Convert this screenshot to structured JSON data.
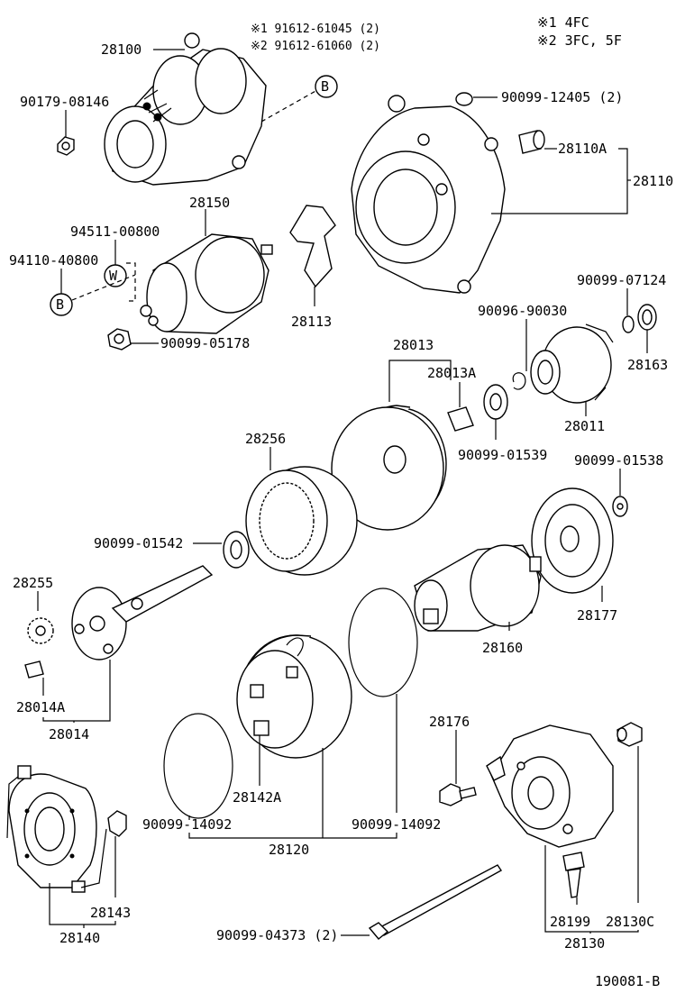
{
  "notes": {
    "n1": "※1 4FC",
    "n2": "※2 3FC, 5F"
  },
  "bolts": {
    "b1": "※1  91612-61045 (2)",
    "b2": "※2  91612-61060 (2)"
  },
  "refs": {
    "b": "B",
    "w": "W"
  },
  "labels": {
    "p28100": "28100",
    "p90179": "90179-08146",
    "p90099_12405": "90099-12405 (2)",
    "p28110A": "28110A",
    "p28110": "28110",
    "p28150": "28150",
    "p94511": "94511-00800",
    "p94110": "94110-40800",
    "p90099_05178": "90099-05178",
    "p28113": "28113",
    "p90099_07124": "90099-07124",
    "p90096": "90096-90030",
    "p28163": "28163",
    "p28013": "28013",
    "p28013A": "28013A",
    "p28011": "28011",
    "p90099_01539": "90099-01539",
    "p28256": "28256",
    "p90099_01538": "90099-01538",
    "p90099_01542": "90099-01542",
    "p28255": "28255",
    "p28177": "28177",
    "p28160": "28160",
    "p28014A": "28014A",
    "p28014": "28014",
    "p28176": "28176",
    "p28142A": "28142A",
    "p90099_14092a": "90099-14092",
    "p90099_14092b": "90099-14092",
    "p28120": "28120",
    "p28143": "28143",
    "p28140": "28140",
    "p90099_04373": "90099-04373 (2)",
    "p28199": "28199",
    "p28130C": "28130C",
    "p28130": "28130",
    "figure_no": "190081-B"
  }
}
